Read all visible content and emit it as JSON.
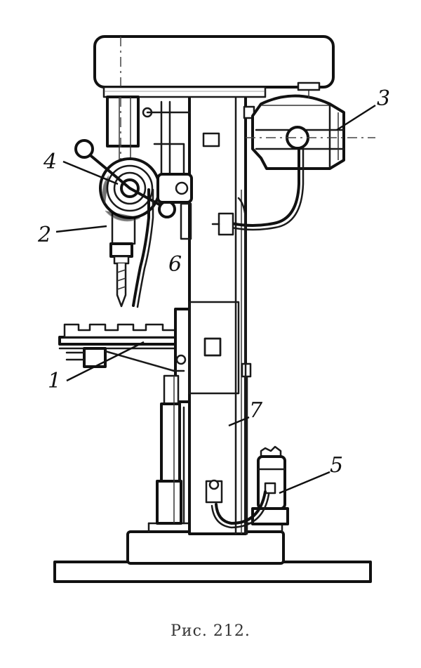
{
  "figure": {
    "caption": "Рис. 212.",
    "labels": [
      "1",
      "2",
      "3",
      "4",
      "5",
      "6",
      "7"
    ]
  }
}
